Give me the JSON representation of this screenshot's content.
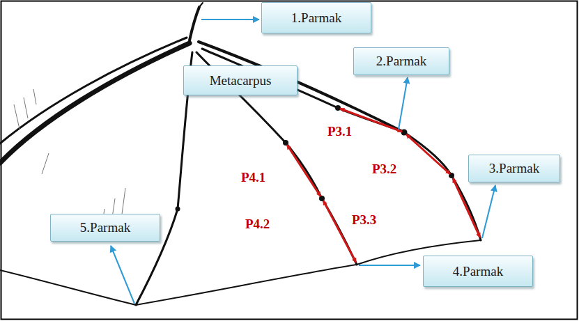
{
  "diagram": {
    "nodes": [
      {
        "text": [
          "1.Parmak"
        ]
      },
      {
        "text": [
          "2.Parmak"
        ]
      },
      {
        "text": [
          "Metacarpus"
        ]
      },
      {
        "text": [
          "3.Parmak"
        ]
      },
      {
        "text": [
          "5.Parmak"
        ]
      },
      {
        "text": [
          "4.Parmak"
        ]
      }
    ],
    "labels": [
      "P3.1",
      "P3.2",
      "P4.1",
      "P3.3",
      "P4.2"
    ]
  }
}
